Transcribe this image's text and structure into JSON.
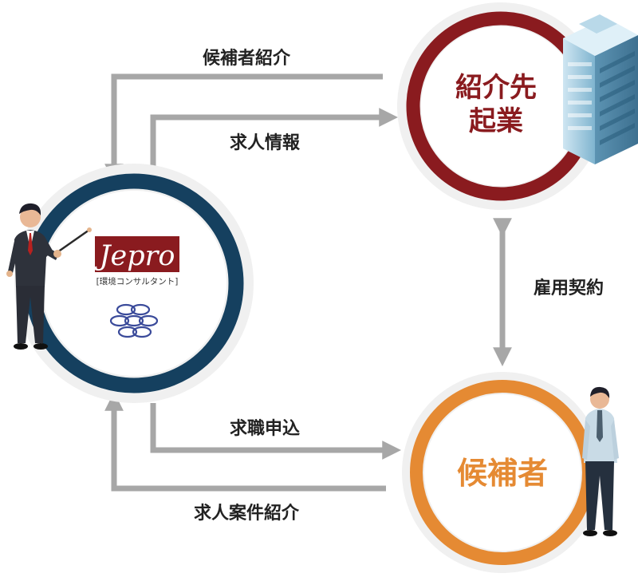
{
  "nodes": {
    "agency": {
      "logo_text": "Jepro",
      "logo_subtitle": "[環境コンサルタント]",
      "ring_color": "#15405f"
    },
    "company": {
      "line1": "紹介先",
      "line2": "起業",
      "ring_color": "#8a1b1f",
      "text_color": "#8a1b1f"
    },
    "candidate": {
      "label": "候補者",
      "ring_color": "#e58a33",
      "text_color": "#e58a33"
    }
  },
  "edges": {
    "candidate_intro": "候補者紹介",
    "job_info": "求人情報",
    "employment_contract": "雇用契約",
    "job_application": "求職申込",
    "job_introduction": "求人案件紹介"
  },
  "arrow_color": "#a7a7a7",
  "icons": [
    "presenter-man-icon",
    "office-building-icon",
    "standing-man-icon",
    "logo-swirl-icon"
  ]
}
